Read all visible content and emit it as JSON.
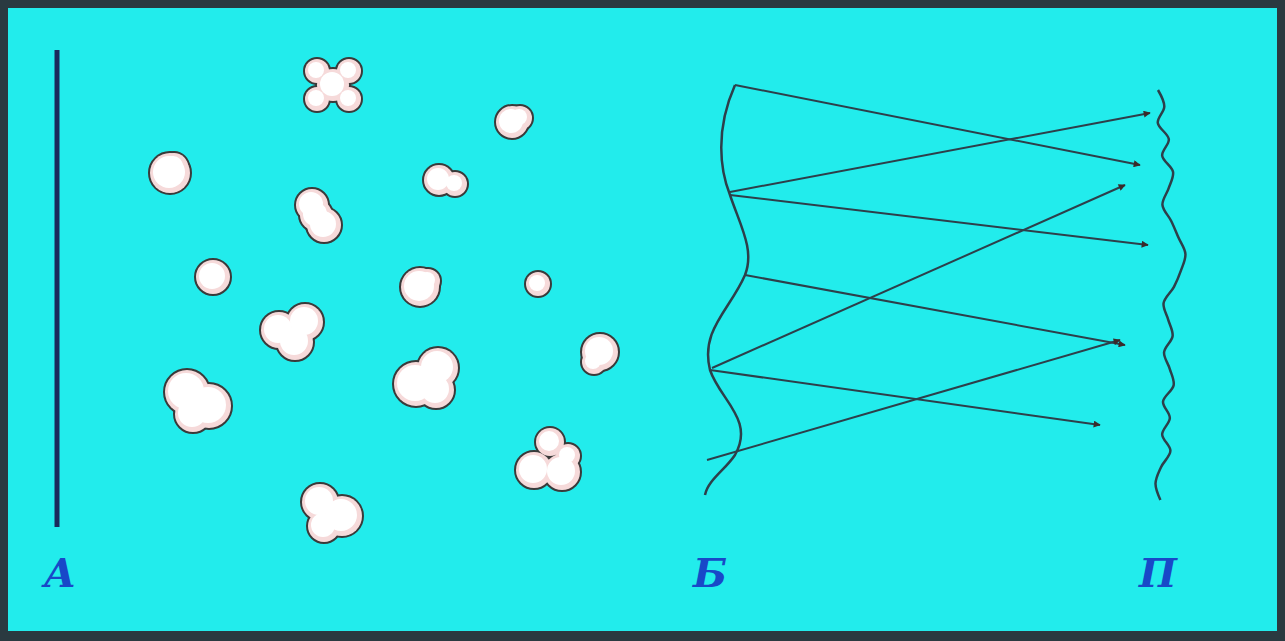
{
  "diagram": {
    "labels": [
      "А",
      "Б",
      "П"
    ]
  }
}
